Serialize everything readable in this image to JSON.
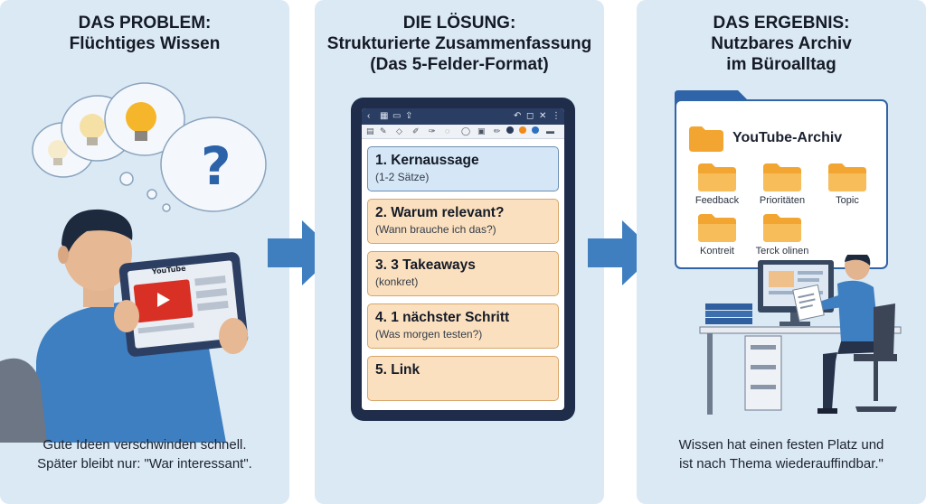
{
  "panels": [
    {
      "title_line1": "DAS PROBLEM:",
      "title_line2": "Flüchtiges Wissen",
      "tablet_brand": "YouTube",
      "thought_symbol": "?",
      "caption_line1": "Gute Ideen verschwinden schnell.",
      "caption_line2": "Später bleibt nur: \"War interessant\"."
    },
    {
      "title_line1": "DIE LÖSUNG:",
      "title_line2": "Strukturierte Zusammenfassung",
      "title_line3": "(Das 5-Felder-Format)",
      "fields": [
        {
          "title": "1. Kernaussage",
          "sub": "(1-2 Sätze)"
        },
        {
          "title": "2. Warum relevant?",
          "sub": "(Wann brauche ich das?)"
        },
        {
          "title": "3. 3 Takeaways",
          "sub": "(konkret)"
        },
        {
          "title": "4. 1 nächster Schritt",
          "sub": "(Was morgen testen?)"
        },
        {
          "title": "5. Link",
          "sub": ""
        }
      ]
    },
    {
      "title_line1": "DAS ERGEBNIS:",
      "title_line2": "Nutzbares Archiv",
      "title_line3": "im Büroalltag",
      "archive_title": "YouTube-Archiv",
      "folders": [
        "Feedback",
        "Prioritäten",
        "Topic",
        "Kontreit",
        "Terck olinen"
      ],
      "caption_line1": "Wissen hat einen festen Platz und",
      "caption_line2": "ist nach Thema wiederauffindbar.\""
    }
  ],
  "colors": {
    "panel_bg": "#dbe9f5",
    "arrow": "#3f7fc0",
    "field_blue": "#d5e6f6",
    "field_orange": "#fbe0bf",
    "folder": "#f2a531",
    "window_border": "#2f64a8"
  },
  "icons": [
    "lightbulb-icon",
    "question-cloud-icon",
    "person-with-tablet-icon",
    "youtube-play-icon",
    "folder-icon",
    "office-desk-icon",
    "arrow-right-icon"
  ]
}
